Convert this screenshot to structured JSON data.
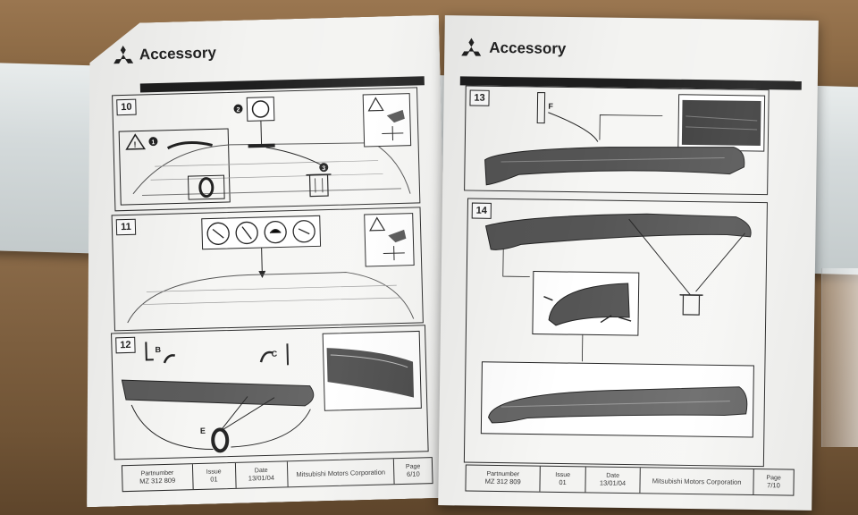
{
  "left_page": {
    "brand": "Accessory",
    "steps": [
      "10",
      "11",
      "12"
    ],
    "step10_markers": [
      "1",
      "2",
      "3"
    ],
    "step12_labels": [
      "B",
      "C",
      "E"
    ],
    "footer": {
      "partnumber_key": "Partnumber",
      "partnumber": "MZ 312 809",
      "issue_key": "Issue",
      "issue": "01",
      "date_key": "Date",
      "date": "13/01/04",
      "company": "Mitsubishi Motors Corporation",
      "page_key": "Page",
      "page": "6/10"
    }
  },
  "right_page": {
    "brand": "Accessory",
    "steps": [
      "13",
      "14"
    ],
    "step13_label": "F",
    "footer": {
      "partnumber_key": "Partnumber",
      "partnumber": "MZ 312 809",
      "issue_key": "Issue",
      "issue": "01",
      "date_key": "Date",
      "date": "13/01/04",
      "company": "Mitsubishi Motors Corporation",
      "page_key": "Page",
      "page": "7/10"
    }
  },
  "colors": {
    "paper": "#f3f3f1",
    "ink": "#222222",
    "cardboard": "#8c6a45",
    "spoiler_primer": "#d4dadb"
  },
  "icons": [
    "mitsubishi-logo-icon",
    "caution-triangle-icon",
    "drill-icon",
    "tire-icon",
    "trash-bin-icon",
    "spoiler-icon"
  ]
}
